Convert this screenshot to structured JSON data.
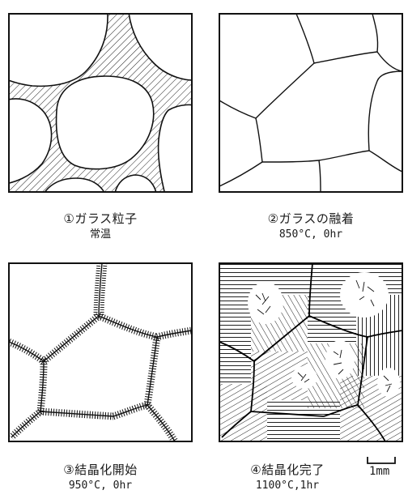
{
  "panels": [
    {
      "caption": "①ガラス粒子",
      "condition": "常温"
    },
    {
      "caption": "②ガラスの融着",
      "condition": "850°C, 0hr"
    },
    {
      "caption": "③結晶化開始",
      "condition": "950°C, 0hr"
    },
    {
      "caption": "④結晶化完了",
      "condition": "1100°C,1hr"
    }
  ],
  "scale_bar": {
    "label": "1mm"
  }
}
